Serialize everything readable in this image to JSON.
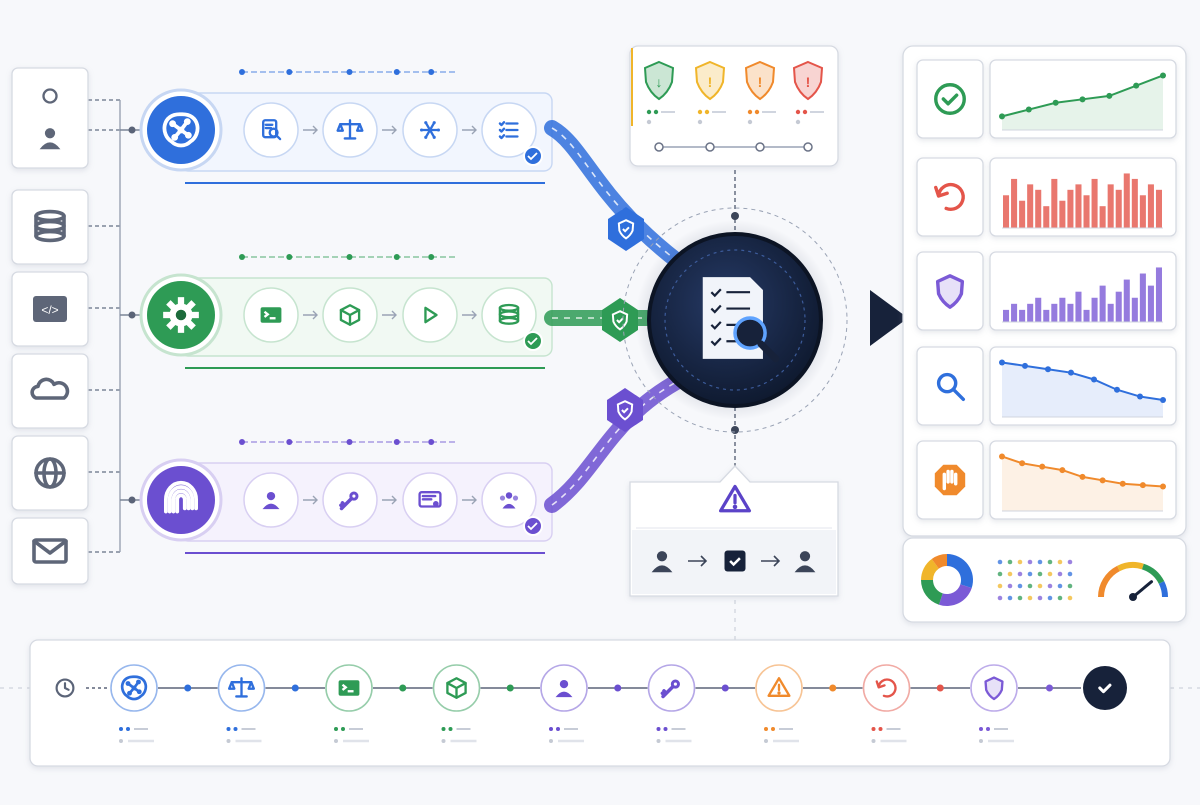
{
  "theme": {
    "background": "#f7f8fb",
    "card_border": "#d6dae2",
    "blue": "#2f6fdc",
    "green": "#2e9b55",
    "purple": "#6b4fd0",
    "navy": "#17223a",
    "red": "#e4554a",
    "orange": "#f08a2c",
    "yellow": "#f0b52a"
  },
  "sources": [
    {
      "icon": "chat-user-icon"
    },
    {
      "icon": "database-icon"
    },
    {
      "icon": "code-window-icon"
    },
    {
      "icon": "cloud-icon"
    },
    {
      "icon": "globe-icon"
    },
    {
      "icon": "mail-icon"
    }
  ],
  "lanes": [
    {
      "id": "ai",
      "color": "#2f6fdc",
      "hub_icon": "brain-network-icon",
      "steps": [
        "document-search-icon",
        "scales-icon",
        "network-hub-icon",
        "checklist-icon"
      ]
    },
    {
      "id": "ops",
      "color": "#2e9b55",
      "hub_icon": "gear-icon",
      "steps": [
        "terminal-icon",
        "package-cube-icon",
        "play-icon",
        "database-icon"
      ]
    },
    {
      "id": "identity",
      "color": "#6b4fd0",
      "hub_icon": "fingerprint-icon",
      "steps": [
        "user-icon",
        "key-icon",
        "certificate-icon",
        "user-group-icon"
      ]
    }
  ],
  "risk_levels": [
    {
      "level": "low",
      "color": "#2e9b55",
      "glyph": "↓"
    },
    {
      "level": "medium",
      "color": "#f0b52a",
      "glyph": "!"
    },
    {
      "level": "high",
      "color": "#f08a2c",
      "glyph": "!"
    },
    {
      "level": "critical",
      "color": "#e4554a",
      "glyph": "!"
    }
  ],
  "center": {
    "icon": "review-checklist-magnifier-icon"
  },
  "approval": {
    "alert_icon": "warning-icon",
    "flow": [
      "user-icon",
      "approve-check-icon",
      "user-icon"
    ]
  },
  "metrics": [
    {
      "icon": "check-circle-icon",
      "color": "#2e9b55",
      "chart": "line",
      "values": [
        2,
        3,
        4,
        4.5,
        5,
        6.5,
        8
      ]
    },
    {
      "icon": "undo-icon",
      "color": "#e4554a",
      "chart": "bar",
      "values": [
        6,
        9,
        5,
        8,
        7,
        4,
        9,
        5,
        7,
        8,
        6,
        9,
        4,
        8,
        7,
        10,
        9,
        6,
        8,
        7
      ]
    },
    {
      "icon": "shield-icon",
      "color": "#7b5ad6",
      "chart": "bar",
      "values": [
        2,
        3,
        2,
        3,
        4,
        2,
        3,
        4,
        3,
        5,
        2,
        4,
        6,
        3,
        5,
        7,
        4,
        8,
        6,
        9
      ]
    },
    {
      "icon": "search-icon",
      "color": "#2f6fdc",
      "chart": "line",
      "values": [
        8,
        7.5,
        7,
        6.5,
        5.5,
        4,
        3,
        2.5
      ]
    },
    {
      "icon": "stop-hand-icon",
      "color": "#f08a2c",
      "chart": "line",
      "values": [
        8,
        7,
        6.5,
        6,
        5,
        4.5,
        4,
        3.8,
        3.6
      ]
    }
  ],
  "summary": {
    "donut": [
      {
        "share": 30,
        "color": "#2f6fdc"
      },
      {
        "share": 25,
        "color": "#7b5ad6"
      },
      {
        "share": 20,
        "color": "#2e9b55"
      },
      {
        "share": 15,
        "color": "#f0b52a"
      },
      {
        "share": 10,
        "color": "#f08a2c"
      }
    ],
    "gauge": {
      "value": 0.78,
      "icon": "gauge-icon"
    }
  },
  "timeline": {
    "start_icon": "clock-icon",
    "steps": [
      {
        "icon": "brain-network-icon",
        "color": "#2f6fdc"
      },
      {
        "icon": "scales-icon",
        "color": "#2f6fdc"
      },
      {
        "icon": "terminal-icon",
        "color": "#2e9b55"
      },
      {
        "icon": "package-cube-icon",
        "color": "#2e9b55"
      },
      {
        "icon": "user-icon",
        "color": "#6b4fd0"
      },
      {
        "icon": "key-icon",
        "color": "#6b4fd0"
      },
      {
        "icon": "warning-icon",
        "color": "#f08a2c"
      },
      {
        "icon": "undo-icon",
        "color": "#e4554a"
      },
      {
        "icon": "shield-icon",
        "color": "#7b5ad6"
      }
    ],
    "end_icon": "final-check-icon"
  }
}
